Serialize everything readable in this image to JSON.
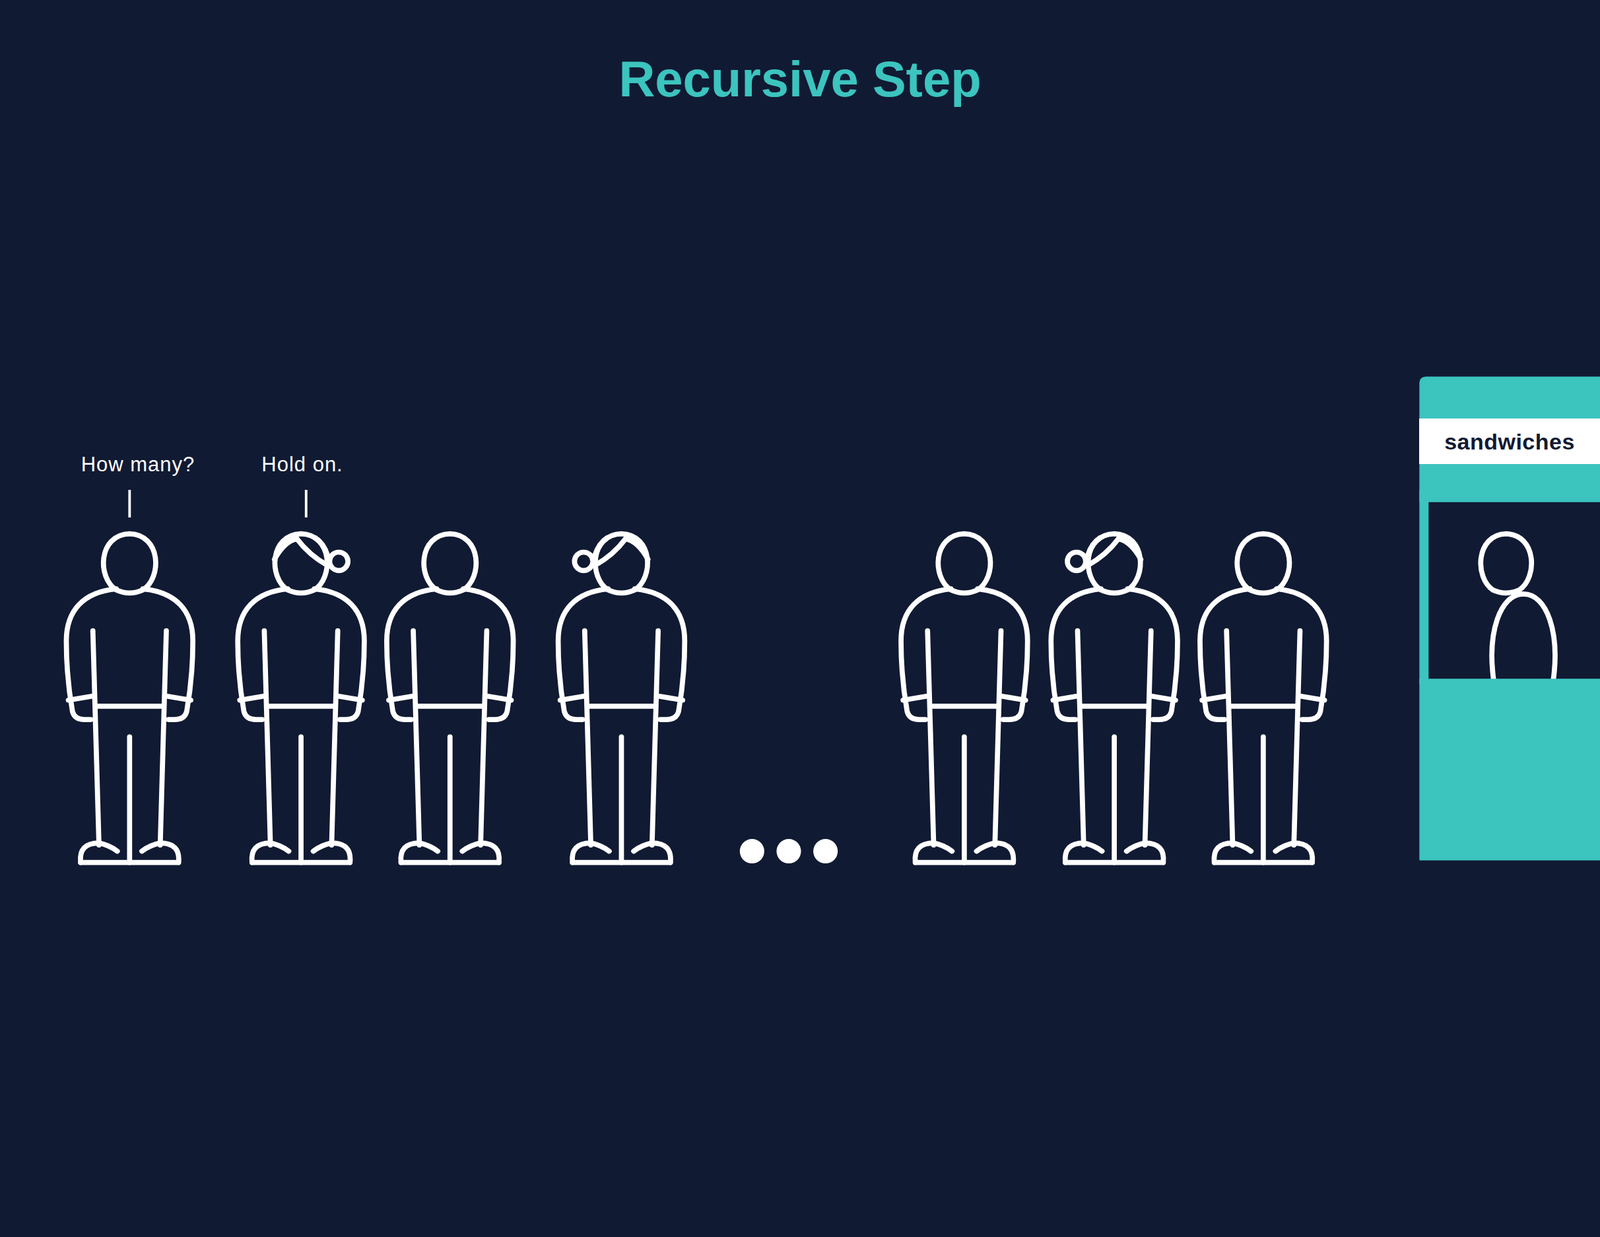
{
  "diagram": {
    "title": "Recursive Step",
    "nodes": [
      {
        "text": [
          "sandwiches"
        ]
      }
    ],
    "labels": [
      "How many?",
      "Hold on."
    ]
  }
}
